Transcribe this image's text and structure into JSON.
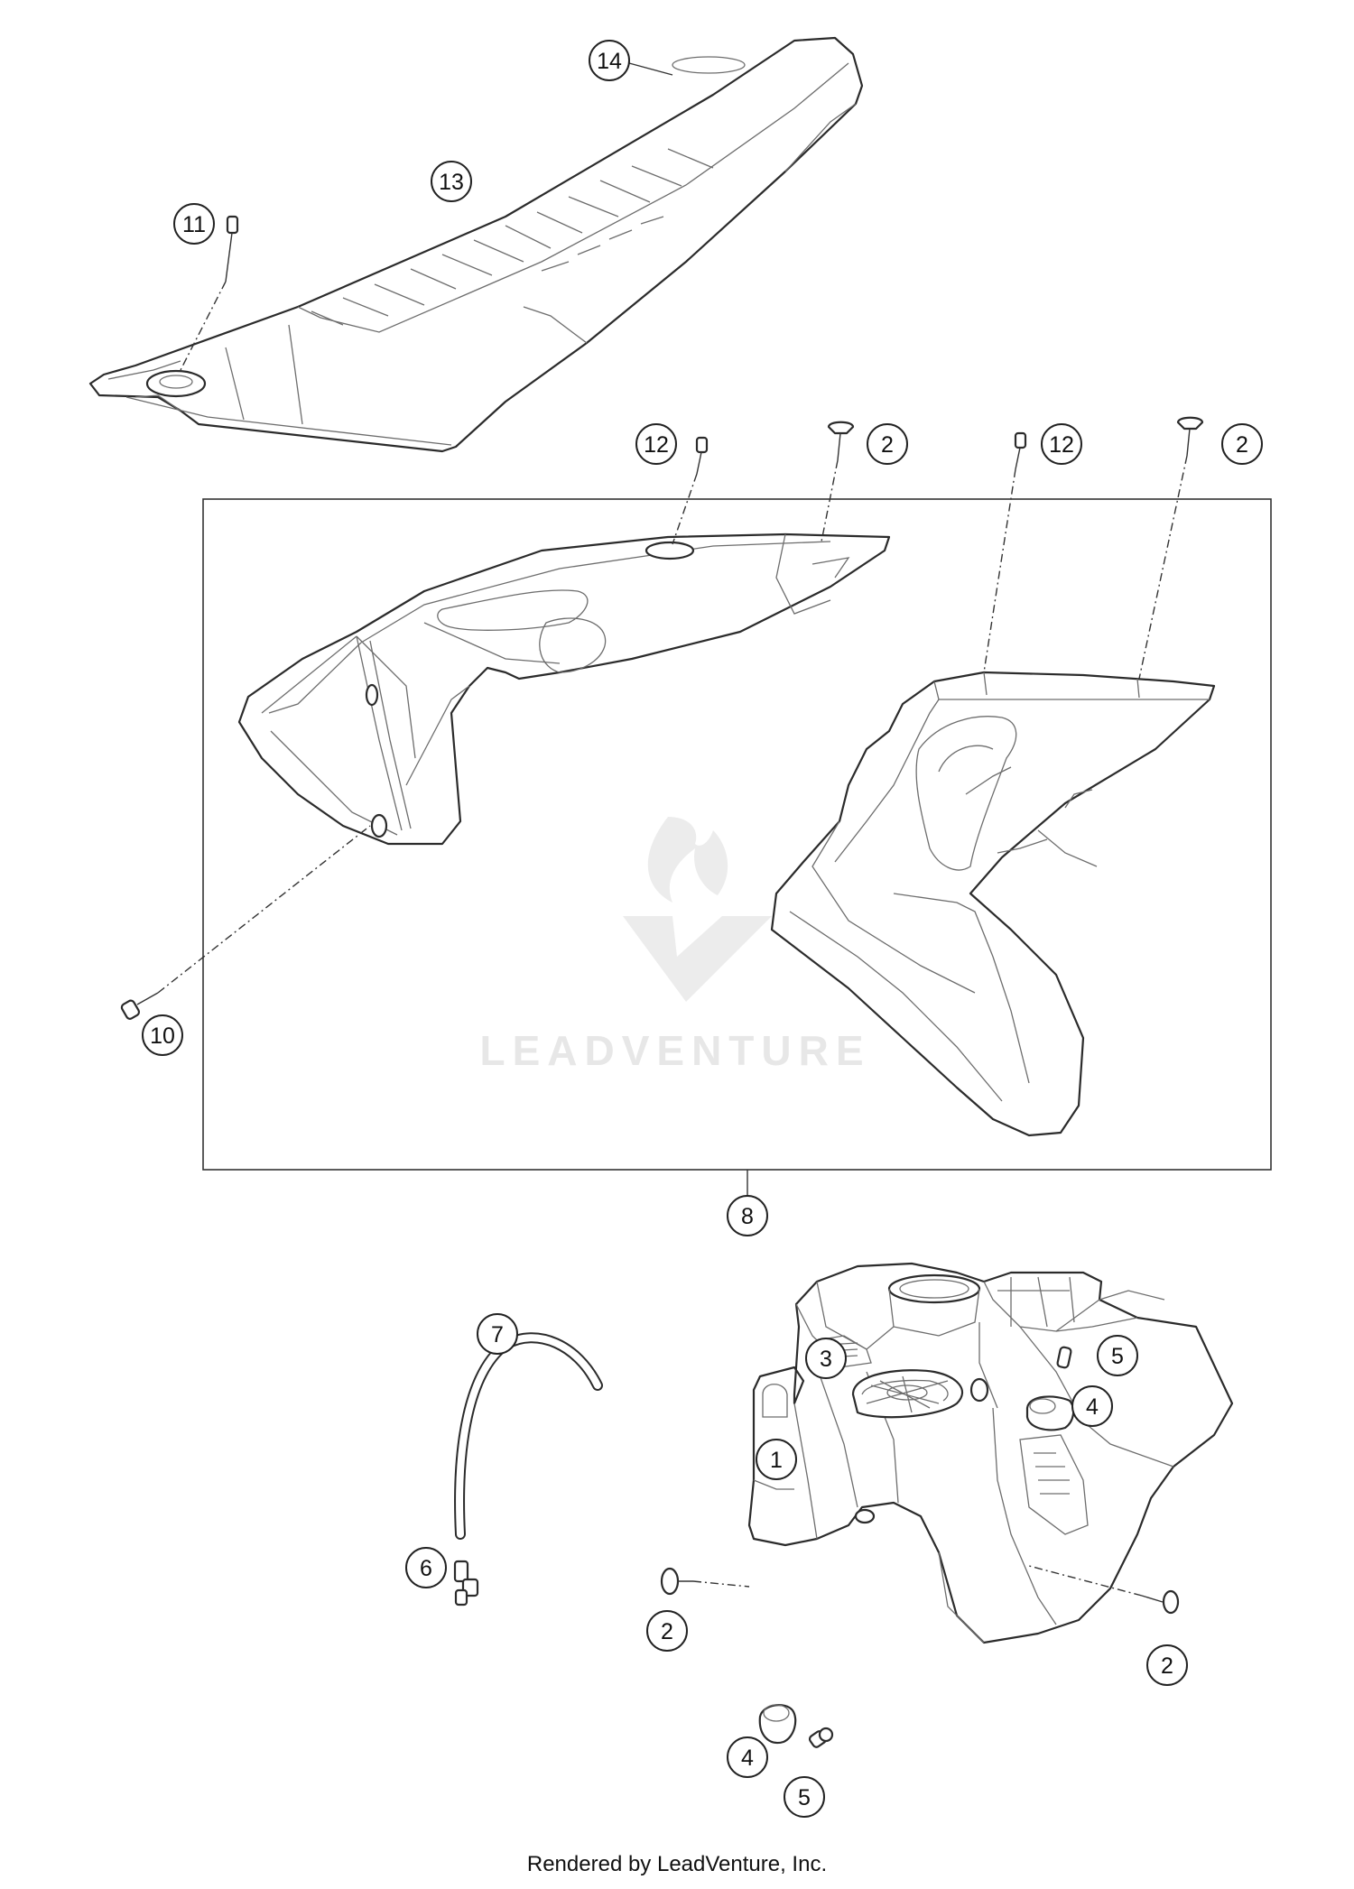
{
  "callouts": [
    "1",
    "2",
    "3",
    "4",
    "5",
    "6",
    "7",
    "8",
    "10",
    "11",
    "12",
    "13",
    "14"
  ],
  "watermark": "LEADVENTURE",
  "footer": "Rendered by LeadVenture, Inc."
}
